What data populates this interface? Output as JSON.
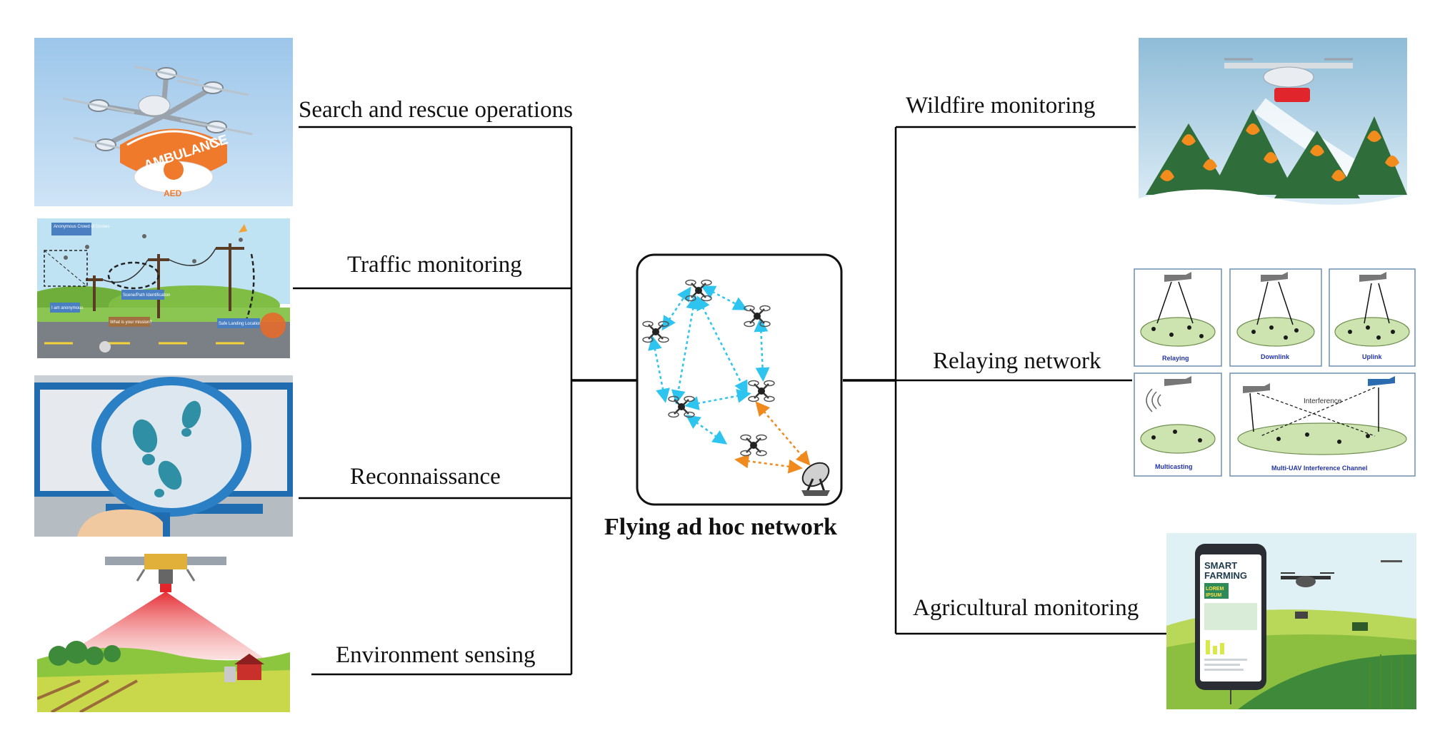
{
  "center": {
    "title": "Flying ad hoc network"
  },
  "left_apps": [
    {
      "label": "Search and rescue operations"
    },
    {
      "label": "Traffic monitoring"
    },
    {
      "label": "Reconnaissance"
    },
    {
      "label": "Environment sensing"
    }
  ],
  "right_apps": [
    {
      "label": "Wildfire monitoring"
    },
    {
      "label": "Relaying network"
    },
    {
      "label": "Agricultural  monitoring"
    }
  ],
  "images": {
    "ambulance": {
      "body_text": "AMBULANCE",
      "badge_text": "AED"
    },
    "traffic": {
      "notes": [
        "Anonymous Crowd of Drones",
        "I am anonymous",
        "Scene/Path Identification",
        "What is your mission?",
        "Safe Landing Location"
      ]
    },
    "relay": {
      "panels": [
        "Relaying",
        "Downlink",
        "Uplink",
        "Multicasting",
        "Multi-UAV Interference Channel"
      ],
      "interference_label": "Interference"
    },
    "farming": {
      "title_line1": "SMART",
      "title_line2": "FARMING",
      "badge_line1": "LOREM",
      "badge_line2": "IPSUM"
    }
  },
  "colors": {
    "link_blue": "#2ec4f0",
    "link_orange": "#f08a1e",
    "line": "#000000"
  }
}
